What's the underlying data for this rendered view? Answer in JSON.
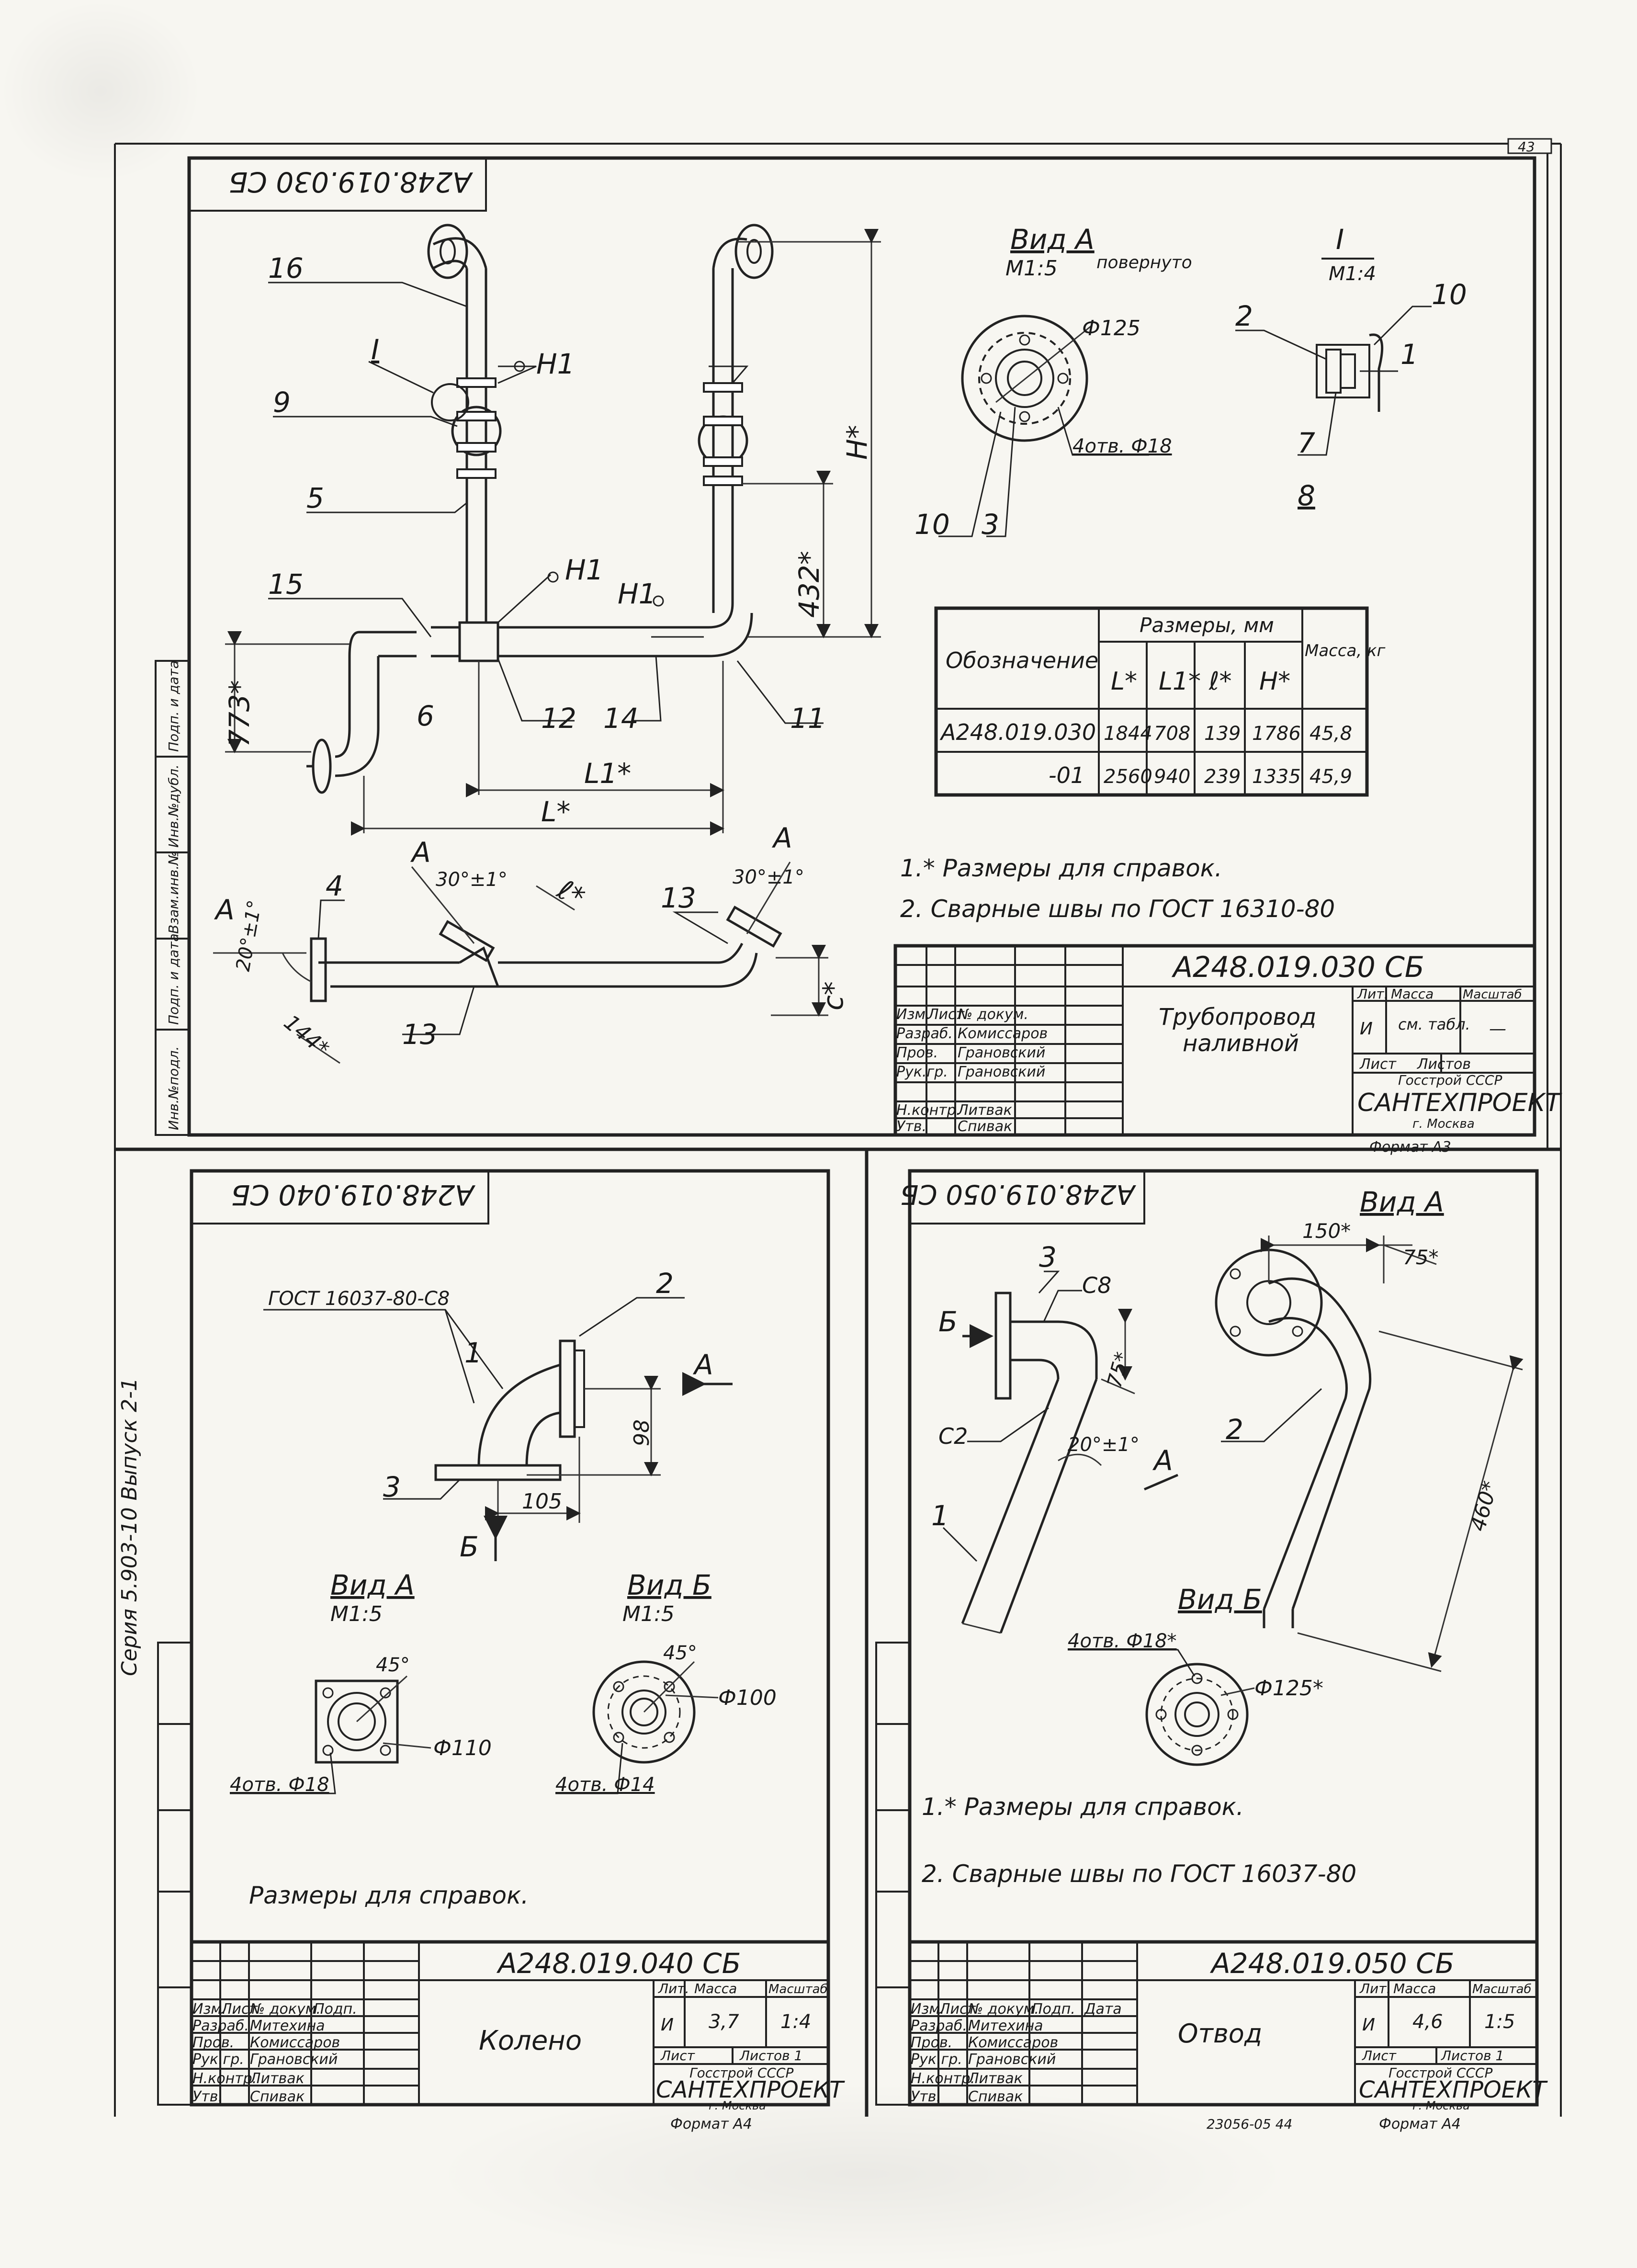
{
  "corner_number": "43",
  "side_text_left": "Серия 5.903-10    Выпуск 2-1",
  "side_columns": [
    "Инв.№подл.",
    "Подп. и дата",
    "Взам.инв.№",
    "Инв.№дубл.",
    "Подп. и дата"
  ],
  "drawing1": {
    "rotated_code": "A248.019.030 СБ",
    "labels": {
      "l16": "16",
      "lI": "I",
      "l9": "9",
      "l5": "5",
      "l15": "15",
      "l6": "6",
      "l12": "12",
      "l14": "14",
      "l11": "11",
      "lH1a": "H1",
      "lH1b": "H1",
      "lH1c": "H1",
      "l4": "4",
      "l13a": "13",
      "l13b": "13",
      "dim773": "773*",
      "dim432": "432*",
      "dimH": "H*",
      "dimL": "L*",
      "dimL1": "L1*",
      "dim144": "144*",
      "dimC": "c*",
      "dimE": "ℓ*",
      "ang20": "20°±1°",
      "ang30a": "30°±1°",
      "ang30b": "30°±1°",
      "A1": "A",
      "A2": "A",
      "A3": "A"
    },
    "view_a": {
      "title": "Вид А",
      "scale": "М1:5",
      "suffix": "повернуто",
      "d125": "Ф125",
      "holes": "4отв. Ф18",
      "l10": "10",
      "l3": "3"
    },
    "detail_i": {
      "title": "I",
      "scale": "М1:4",
      "l2": "2",
      "l10": "10",
      "l1": "1",
      "l7": "7",
      "l8": "8"
    },
    "table": {
      "header_designation": "Обозначение",
      "header_dims": "Размеры, мм",
      "header_mass": "Масса, кг",
      "cols": [
        "L*",
        "L1*",
        "ℓ*",
        "H*"
      ],
      "rows": [
        {
          "name": "A248.019.030",
          "L": "1844",
          "L1": "708",
          "l": "139",
          "H": "1786",
          "mass": "45,8"
        },
        {
          "name": "-01",
          "L": "2560",
          "L1": "940",
          "l": "239",
          "H": "1335",
          "mass": "45,9"
        }
      ]
    },
    "notes": [
      "1.* Размеры для справок.",
      "2. Сварные швы по ГОСТ 16310-80"
    ],
    "title_block": {
      "code": "A248.019.030 СБ",
      "title_line1": "Трубопровод",
      "title_line2": "наливной",
      "lit_h": "Лит.",
      "mass_h": "Масса",
      "scale_h": "Масштаб",
      "lit": "И",
      "mass": "см. табл.",
      "scale": "—",
      "sheet": "Лист",
      "sheets": "Листов",
      "org1": "Госстрой СССР",
      "org2": "САНТЕХПРОЕКТ",
      "org3": "г. Москва",
      "format": "Формат А3",
      "head": [
        "Изм.",
        "Лист",
        "№ докум."
      ],
      "staff": [
        [
          "Разраб.",
          "Комиссаров"
        ],
        [
          "Пров.",
          "Грановский"
        ],
        [
          "Рук.гр.",
          "Грановский"
        ],
        [
          "",
          ""
        ],
        [
          "Н.контр.",
          "Литвак"
        ],
        [
          "Утв.",
          "Спивак"
        ]
      ]
    }
  },
  "drawing2": {
    "rotated_code": "A248.019.040 СБ",
    "gost": "ГОСТ 16037-80-С8",
    "l1": "1",
    "l2": "2",
    "l3": "3",
    "A": "А",
    "B": "Б",
    "d98": "98",
    "d105": "105",
    "view_a": {
      "title": "Вид А",
      "scale": "М1:5",
      "ang": "45°",
      "d": "Ф110",
      "holes": "4отв. Ф18"
    },
    "view_b": {
      "title": "Вид Б",
      "scale": "М1:5",
      "ang": "45°",
      "d": "Ф100",
      "holes": "4отв. Ф14"
    },
    "note": "Размеры для справок.",
    "title_block": {
      "code": "A248.019.040 СБ",
      "title": "Колено",
      "lit_h": "Лит.",
      "mass_h": "Масса",
      "scale_h": "Масштаб",
      "lit": "И",
      "mass": "3,7",
      "scale": "1:4",
      "sheet": "Лист",
      "sheets": "Листов 1",
      "org1": "Госстрой СССР",
      "org2": "САНТЕХПРОЕКТ",
      "org3": "г. Москва",
      "format": "Формат А4",
      "head": [
        "Изм.",
        "Лист",
        "№ докум.",
        "Подп."
      ],
      "staff": [
        [
          "Разраб.",
          "Митехина"
        ],
        [
          "Пров.",
          "Комиссаров"
        ],
        [
          "Рук.гр.",
          "Грановский"
        ],
        [
          "Н.контр.",
          "Литвак"
        ],
        [
          "Утв.",
          "Спивак"
        ]
      ]
    }
  },
  "drawing3": {
    "rotated_code": "A248.019.050 СБ",
    "view_a_title": "Вид А",
    "l3": "3",
    "c8": "С8",
    "B": "Б",
    "c2": "С2",
    "d75": "75*",
    "ang": "20°±1°",
    "A": "А",
    "l1": "1",
    "l2": "2",
    "d150": "150*",
    "d75b": "75*",
    "d460": "460*",
    "view_b": {
      "title": "Вид Б",
      "holes": "4отв. Ф18*",
      "d": "Ф125*"
    },
    "notes": [
      "1.* Размеры для справок.",
      "2. Сварные швы по ГОСТ 16037-80"
    ],
    "title_block": {
      "code": "A248.019.050 СБ",
      "title": "Отвод",
      "lit_h": "Лит.",
      "mass_h": "Масса",
      "scale_h": "Масштаб",
      "lit": "И",
      "mass": "4,6",
      "scale": "1:5",
      "sheet": "Лист",
      "sheets": "Листов 1",
      "org1": "Госстрой СССР",
      "org2": "САНТЕХПРОЕКТ",
      "org3": "г. Москва",
      "format": "Формат А4",
      "head": [
        "Изм.",
        "Лист",
        "№ докум.",
        "Подп.",
        "Дата"
      ],
      "staff": [
        [
          "Разраб.",
          "Митехина"
        ],
        [
          "Пров.",
          "Комиссаров"
        ],
        [
          "Рук.гр.",
          "Грановский"
        ],
        [
          "Н.контр.",
          "Литвак"
        ],
        [
          "Утв.",
          "Спивак"
        ]
      ]
    }
  },
  "bottom_code": "23056-05   44"
}
